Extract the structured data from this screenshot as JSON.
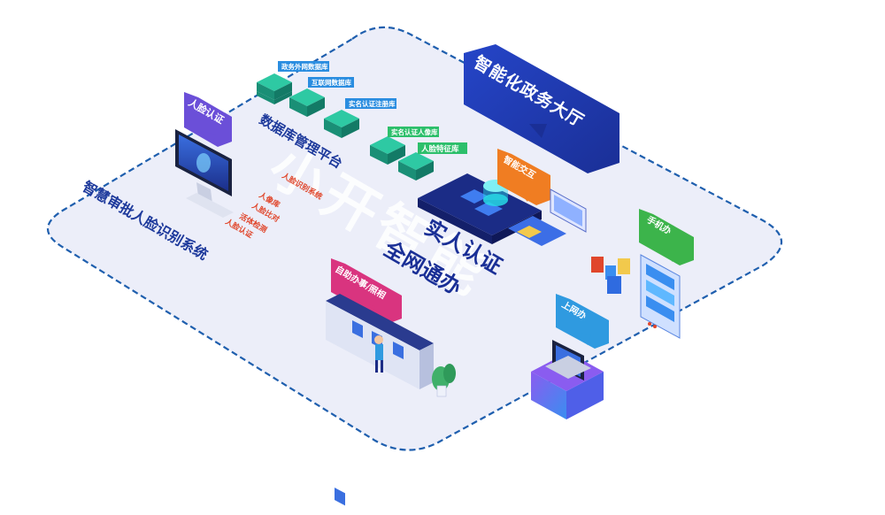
{
  "main_title": "智能化政务大厅",
  "left_title": "智慧审批人脸识别系统",
  "db_platform": "数据库管理平台",
  "watermark": "小开智能",
  "slogan_line1": "实人认证",
  "slogan_line2": "全网通办",
  "face_auth_bubble": "人脸认证",
  "feature_list": [
    "人脸识别系统",
    "人像库",
    "人脸比对",
    "活体检测",
    "人脸认证"
  ],
  "databases": {
    "gov_external": "政务外网数据库",
    "internet": "互联网数据库",
    "realname_registry": "实名认证注册库",
    "realname_portrait": "实名认证人像库",
    "face_features": "人脸特征库"
  },
  "smart_interact": "智能交互",
  "self_service": "自助办事/照相",
  "mobile_app": "手机办",
  "online": "上网办",
  "colors": {
    "plate_fill": "#eceef9",
    "plate_border": "#1f5fae",
    "navy": "#1e3a9c",
    "db_teal": "#1fa98c",
    "db_dark_teal": "#137a66",
    "label_blue": "#2a8de0",
    "label_green": "#2dbf6b",
    "bubble_purple": "#6b4fd8",
    "bubble_orange": "#f07d22",
    "bubble_pink": "#d9347f",
    "bubble_green": "#3cb44b",
    "bubble_blue": "#2f9ae0",
    "accent_red": "#e0462b"
  }
}
